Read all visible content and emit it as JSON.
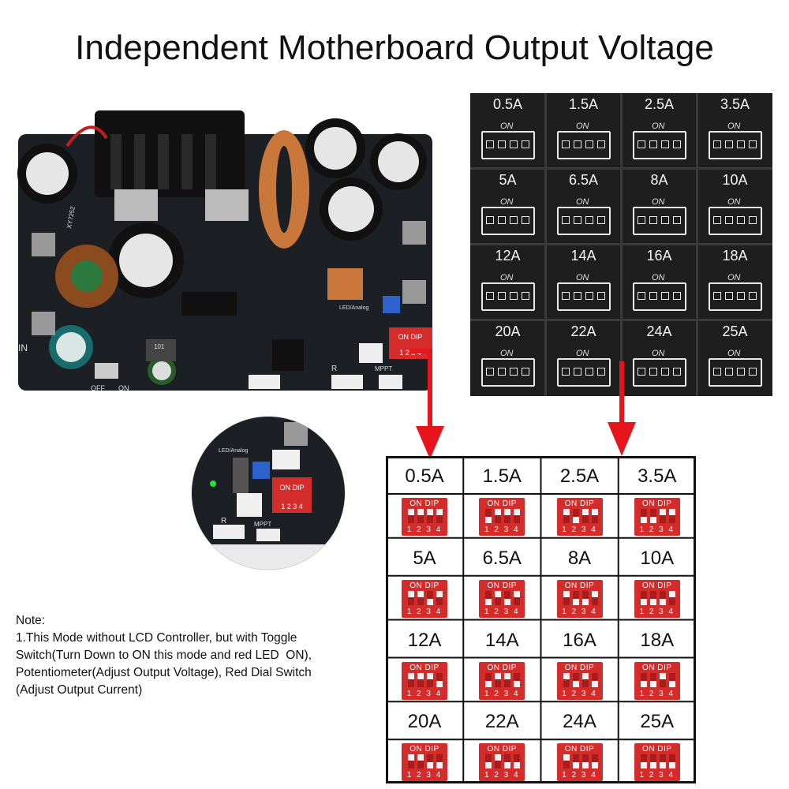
{
  "title": "Independent Motherboard Output Voltage",
  "photo": {
    "board_labels": {
      "model": "XY7252",
      "in": "IN",
      "off": "OFF",
      "on": "ON",
      "r": "R",
      "mppt": "MPPT",
      "analog": "LED/Analog",
      "inductor": "101"
    },
    "dip_switch": {
      "on": "ON",
      "dip": "DIP",
      "numbers": "1 2 3 4"
    },
    "zoom": {
      "analog": "LED/Analog",
      "r": "R",
      "mppt": "MPPT",
      "on": "ON",
      "dip": "DIP",
      "numbers": "1 2 3 4"
    }
  },
  "silkscreen": {
    "on_label": "ON",
    "rows": [
      [
        {
          "amp": "0.5A",
          "bits": [
            0,
            0,
            0,
            0
          ]
        },
        {
          "amp": "1.5A",
          "bits": [
            0,
            0,
            0,
            0
          ]
        },
        {
          "amp": "2.5A",
          "bits": [
            0,
            0,
            0,
            0
          ]
        },
        {
          "amp": "3.5A",
          "bits": [
            0,
            0,
            0,
            0
          ]
        }
      ],
      [
        {
          "amp": "5A",
          "bits": [
            0,
            0,
            0,
            0
          ]
        },
        {
          "amp": "6.5A",
          "bits": [
            0,
            0,
            0,
            0
          ]
        },
        {
          "amp": "8A",
          "bits": [
            0,
            0,
            0,
            0
          ]
        },
        {
          "amp": "10A",
          "bits": [
            0,
            0,
            0,
            0
          ]
        }
      ],
      [
        {
          "amp": "12A",
          "bits": [
            0,
            0,
            0,
            0
          ]
        },
        {
          "amp": "14A",
          "bits": [
            0,
            0,
            0,
            0
          ]
        },
        {
          "amp": "16A",
          "bits": [
            0,
            0,
            0,
            0
          ]
        },
        {
          "amp": "18A",
          "bits": [
            0,
            0,
            0,
            0
          ]
        }
      ],
      [
        {
          "amp": "20A",
          "bits": [
            0,
            0,
            0,
            0
          ]
        },
        {
          "amp": "22A",
          "bits": [
            0,
            0,
            0,
            0
          ]
        },
        {
          "amp": "24A",
          "bits": [
            0,
            0,
            0,
            0
          ]
        },
        {
          "amp": "25A",
          "bits": [
            0,
            0,
            0,
            0
          ]
        }
      ]
    ]
  },
  "dip_table": {
    "on_label": "ON",
    "dip_label": "DIP",
    "numbers": "1 2 3 4",
    "rows": [
      [
        {
          "amp": "0.5A",
          "up": [
            1,
            1,
            1,
            1
          ]
        },
        {
          "amp": "1.5A",
          "up": [
            0,
            1,
            1,
            1
          ]
        },
        {
          "amp": "2.5A",
          "up": [
            1,
            0,
            1,
            1
          ]
        },
        {
          "amp": "3.5A",
          "up": [
            0,
            0,
            1,
            1
          ]
        }
      ],
      [
        {
          "amp": "5A",
          "up": [
            1,
            1,
            0,
            1
          ]
        },
        {
          "amp": "6.5A",
          "up": [
            0,
            1,
            0,
            1
          ]
        },
        {
          "amp": "8A",
          "up": [
            1,
            0,
            0,
            1
          ]
        },
        {
          "amp": "10A",
          "up": [
            0,
            0,
            0,
            1
          ]
        }
      ],
      [
        {
          "amp": "12A",
          "up": [
            1,
            1,
            1,
            0
          ]
        },
        {
          "amp": "14A",
          "up": [
            0,
            1,
            1,
            0
          ]
        },
        {
          "amp": "16A",
          "up": [
            1,
            0,
            1,
            0
          ]
        },
        {
          "amp": "18A",
          "up": [
            0,
            0,
            1,
            0
          ]
        }
      ],
      [
        {
          "amp": "20A",
          "up": [
            1,
            1,
            0,
            0
          ]
        },
        {
          "amp": "22A",
          "up": [
            0,
            1,
            0,
            0
          ]
        },
        {
          "amp": "24A",
          "up": [
            1,
            0,
            0,
            0
          ]
        },
        {
          "amp": "25A",
          "up": [
            0,
            0,
            0,
            0
          ]
        }
      ]
    ]
  },
  "note": {
    "heading": "Note:",
    "lines": [
      "1.This Mode without LCD Controller, but with Toggle",
      "Switch(Turn Down to ON this mode and red LED  ON),",
      "Potentiometer(Adjust Output Voltage), Red Dial Switch",
      "(Adjust Output Current)"
    ]
  },
  "colors": {
    "arrow": "#e8141b",
    "dip_red": "#d42b2b",
    "pcb": "#1c1f24",
    "silk_bg": "#1e1e1e"
  }
}
